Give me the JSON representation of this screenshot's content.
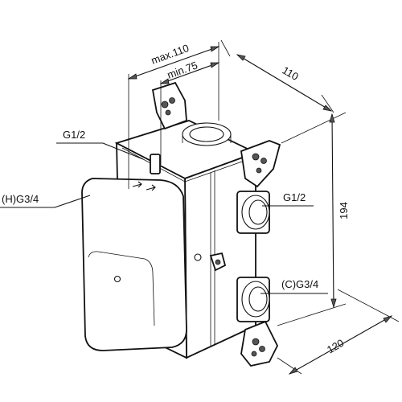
{
  "dimensions": {
    "max_depth": "max.110",
    "min_depth": "min.75",
    "width": "110",
    "height": "194",
    "length": "120"
  },
  "callouts": {
    "top_port": "G1/2",
    "hot_inlet": "(H)G3/4",
    "outlet": "G1/2",
    "cold_inlet": "(C)G3/4"
  }
}
